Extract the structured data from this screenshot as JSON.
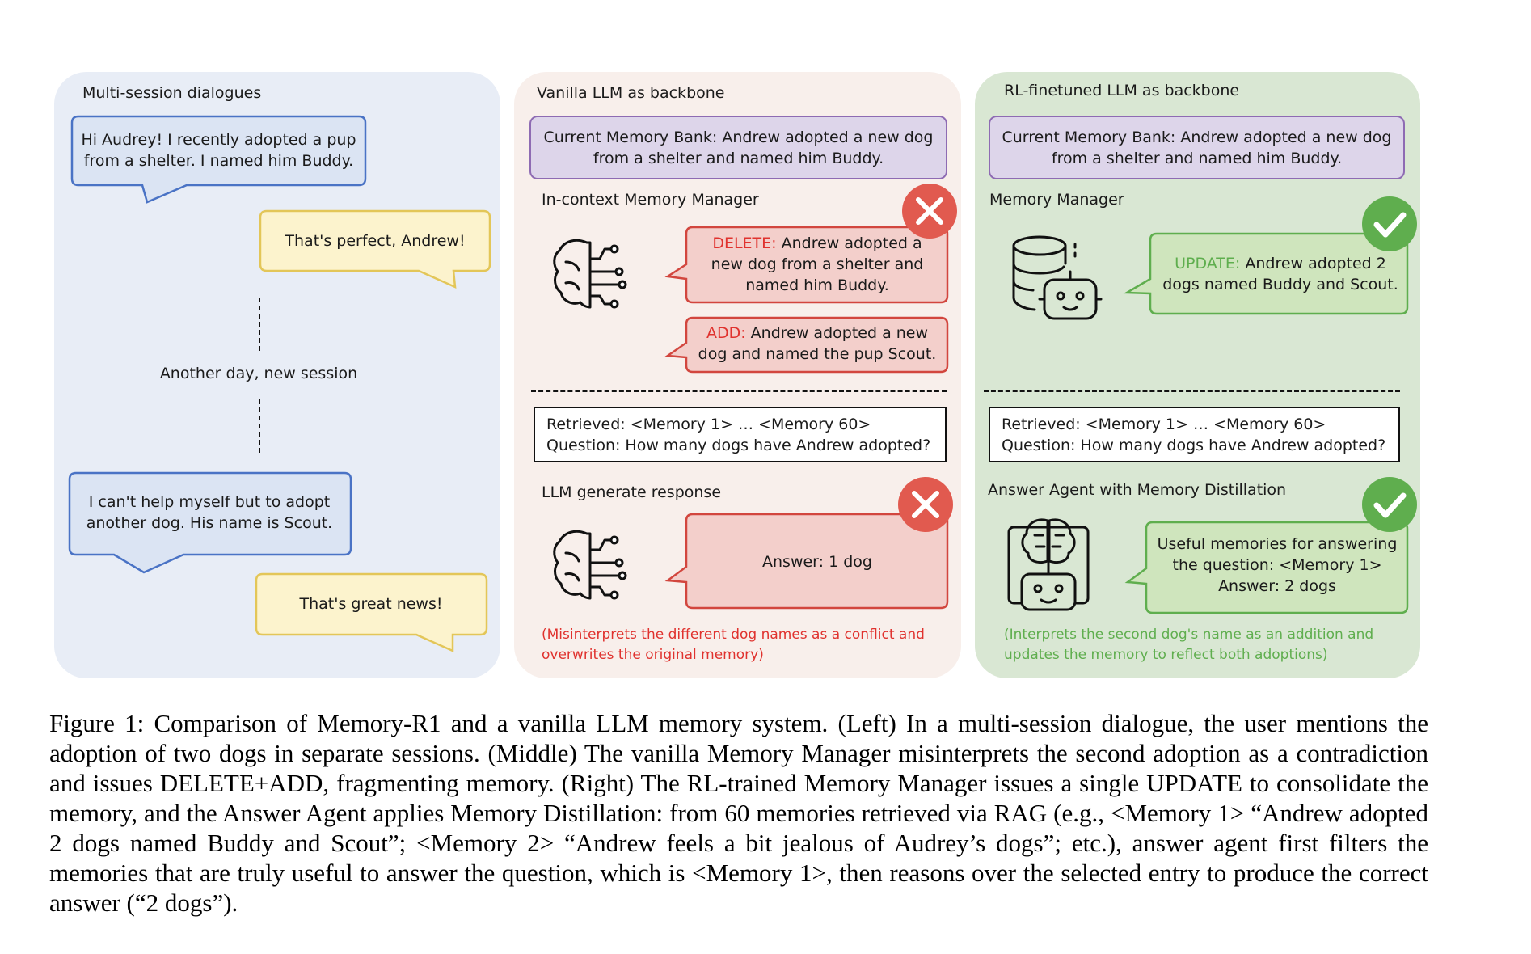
{
  "left": {
    "title": "Multi-session dialogues",
    "bubble1": "Hi Audrey! I recently adopted a pup from a shelter. I named him Buddy.",
    "bubble2": "That's perfect, Andrew!",
    "separator": "Another day, new session",
    "bubble3": "I can't help myself but to adopt another dog. His name is Scout.",
    "bubble4": "That's great news!"
  },
  "middle": {
    "title": "Vanilla LLM as backbone",
    "memory_bank": "Current Memory Bank: Andrew adopted a new dog from a shelter and named him Buddy.",
    "manager_label": "In-context Memory Manager",
    "delete_op": "DELETE:",
    "delete_text": "Andrew adopted a new dog from a shelter and named him Buddy.",
    "add_op": "ADD:",
    "add_text": "Andrew adopted a new dog and named the pup Scout.",
    "retrieved": "Retrieved: <Memory 1> … <Memory 60>",
    "question": "Question: How many dogs have Andrew adopted?",
    "response_label": "LLM generate response",
    "answer": "Answer: 1 dog",
    "note": "(Misinterprets the different dog names as a conflict and overwrites the original memory)"
  },
  "right": {
    "title": "RL-finetuned LLM as backbone",
    "memory_bank": "Current Memory Bank: Andrew adopted a new dog from a shelter and named him Buddy.",
    "manager_label": "Memory Manager",
    "update_op": "UPDATE:",
    "update_text": "Andrew adopted 2 dogs named Buddy and Scout.",
    "retrieved": "Retrieved: <Memory 1> … <Memory 60>",
    "question": "Question: How many dogs have Andrew adopted?",
    "agent_label": "Answer Agent with Memory Distillation",
    "answer": "Useful memories for answering the question: <Memory 1> Answer: 2 dogs",
    "note": "(Interprets the second dog's name as an addition and updates the memory to reflect both adoptions)"
  },
  "icons": [
    "brain-circuit-icon",
    "database-robot-icon",
    "brain-robot-icon",
    "cross-icon",
    "check-icon"
  ],
  "colors": {
    "user_bubble": "#dbe4f3",
    "assistant_bubble": "#fcf3cd",
    "wrong_bubble": "#f3cfcb",
    "right_bubble": "#cfe5bd",
    "wrong": "#e0322e",
    "right": "#5fae4e"
  },
  "caption": "Figure 1: Comparison of Memory-R1 and a vanilla LLM memory system. (Left) In a multi-session dialogue, the user mentions the adoption of two dogs in separate sessions. (Middle) The vanilla Memory Manager misinterprets the second adoption as a contradiction and issues DELETE+ADD, fragmenting memory. (Right) The RL-trained Memory Manager issues a single UPDATE to consolidate the memory, and the Answer Agent applies Memory Distillation: from 60 memories retrieved via RAG (e.g., <Memory 1> “Andrew adopted 2 dogs named Buddy and Scout”; <Memory 2> “Andrew feels a bit jealous of Audrey’s dogs”; etc.), answer agent first filters the memories that are truly useful to answer the question, which is <Memory 1>, then reasons over the selected entry to produce the correct answer (“2 dogs”)."
}
